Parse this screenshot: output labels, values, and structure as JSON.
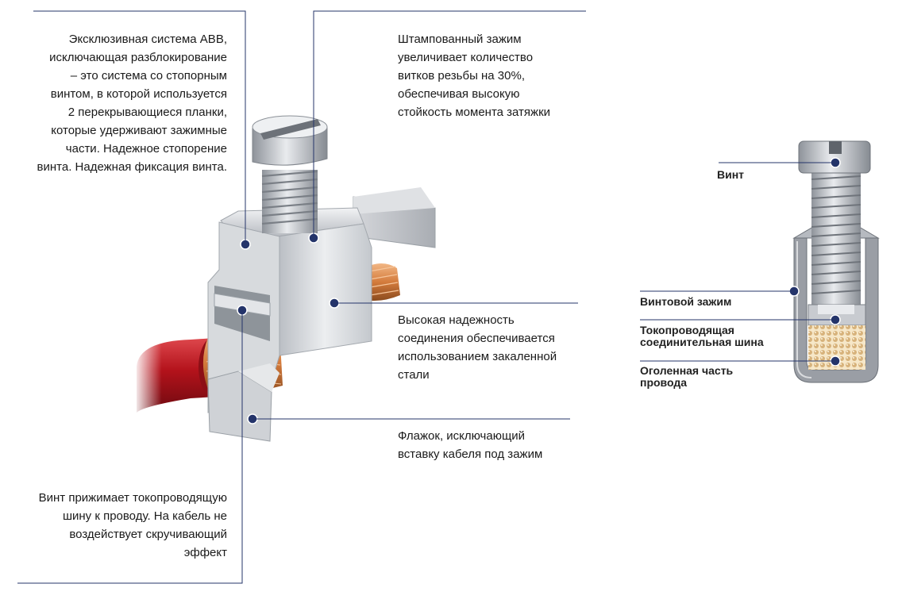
{
  "callouts": {
    "abb_system": "Эксклюзивная система ABB,\nисключающая разблокирование\n– это система со стопорным\nвинтом, в которой используется\n2 перекрывающиеся планки,\nкоторые удерживают зажимные\nчасти. Надежное стопорение\nвинта. Надежная фиксация винта.",
    "stamped_clamp": "Штампованный зажим\nувеличивает количество\nвитков резьбы на 30%,\nобеспечивая высокую\nстойкость момента затяжки",
    "reliability": "Высокая надежность\nсоединения обеспечивается\nиспользованием закаленной\nстали",
    "flag": "Флажок, исключающий\nвставку кабеля под зажим",
    "screw_press": "Винт прижимает токопроводящую\nшину к проводу. На кабель не\nвоздействует скручивающий\nэффект"
  },
  "cross_section": {
    "screw": "Винт",
    "screw_clamp": "Винтовой зажим",
    "busbar": "Токопроводящая\nсоединительная шина",
    "bare_wire": "Оголенная часть\nпровода"
  },
  "colors": {
    "leader": "#24346a",
    "dot": "#24346a",
    "metal": "#c9ccd1",
    "copper": "#d98a4e",
    "cable": "#b5151d"
  }
}
